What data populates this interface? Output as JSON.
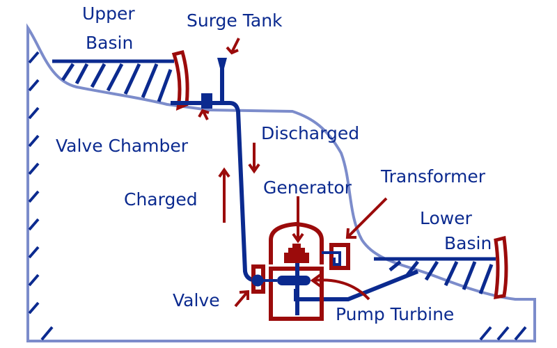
{
  "labels": {
    "upper_basin_1": "Upper",
    "upper_basin_2": "Basin",
    "surge_tank": "Surge Tank",
    "valve_chamber": "Valve Chamber",
    "discharged": "Discharged",
    "charged": "Charged",
    "generator": "Generator",
    "transformer": "Transformer",
    "lower_basin_1": "Lower",
    "lower_basin_2": "Basin",
    "valve": "Valve",
    "pump_turbine": "Pump Turbine"
  },
  "colors": {
    "navy": "#0b2a8f",
    "red": "#9b0b0b",
    "terrain": "#7c8ccb"
  }
}
